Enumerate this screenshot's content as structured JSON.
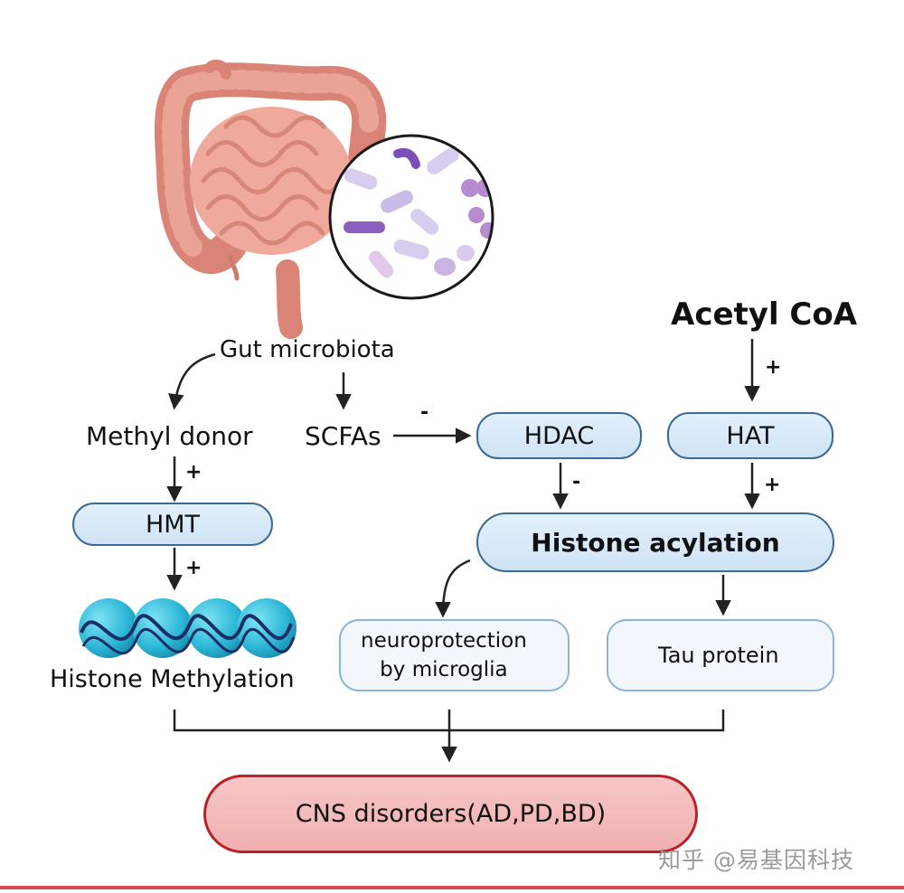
{
  "nodes": {
    "gut_microbiota": "Gut microbiota",
    "methyl_donor": "Methyl donor",
    "scfas": "SCFAs",
    "hdac": "HDAC",
    "hat": "HAT",
    "acetyl_coa": "Acetyl CoA",
    "hmt": "HMT",
    "histone_acylation": "Histone acylation",
    "histone_methylation": "Histone Methylation",
    "neuroprotection_line1": "neuroprotection",
    "neuroprotection_line2": "by microglia",
    "tau_protein": "Tau protein",
    "cns_disorders": "CNS disorders(AD,PD,BD)"
  },
  "signs": {
    "methyl_to_hmt": "+",
    "hmt_to_methylation": "+",
    "scfas_to_hdac": "-",
    "hdac_to_acylation": "-",
    "hat_to_acylation": "+",
    "acetylcoa_to_hat": "+"
  },
  "trend_icons": {
    "neuroprotection": "down-arrow-icon",
    "tau_protein": "up-arrow-icon"
  },
  "colors": {
    "blue_box_fill": "#d6e8f8",
    "blue_box_border": "#3b6a94",
    "red_box_fill": "#f3b9b9",
    "red_box_border": "#b8222a",
    "trend_arrow": "#2f7fc4"
  },
  "watermark": "知乎 @易基因科技"
}
